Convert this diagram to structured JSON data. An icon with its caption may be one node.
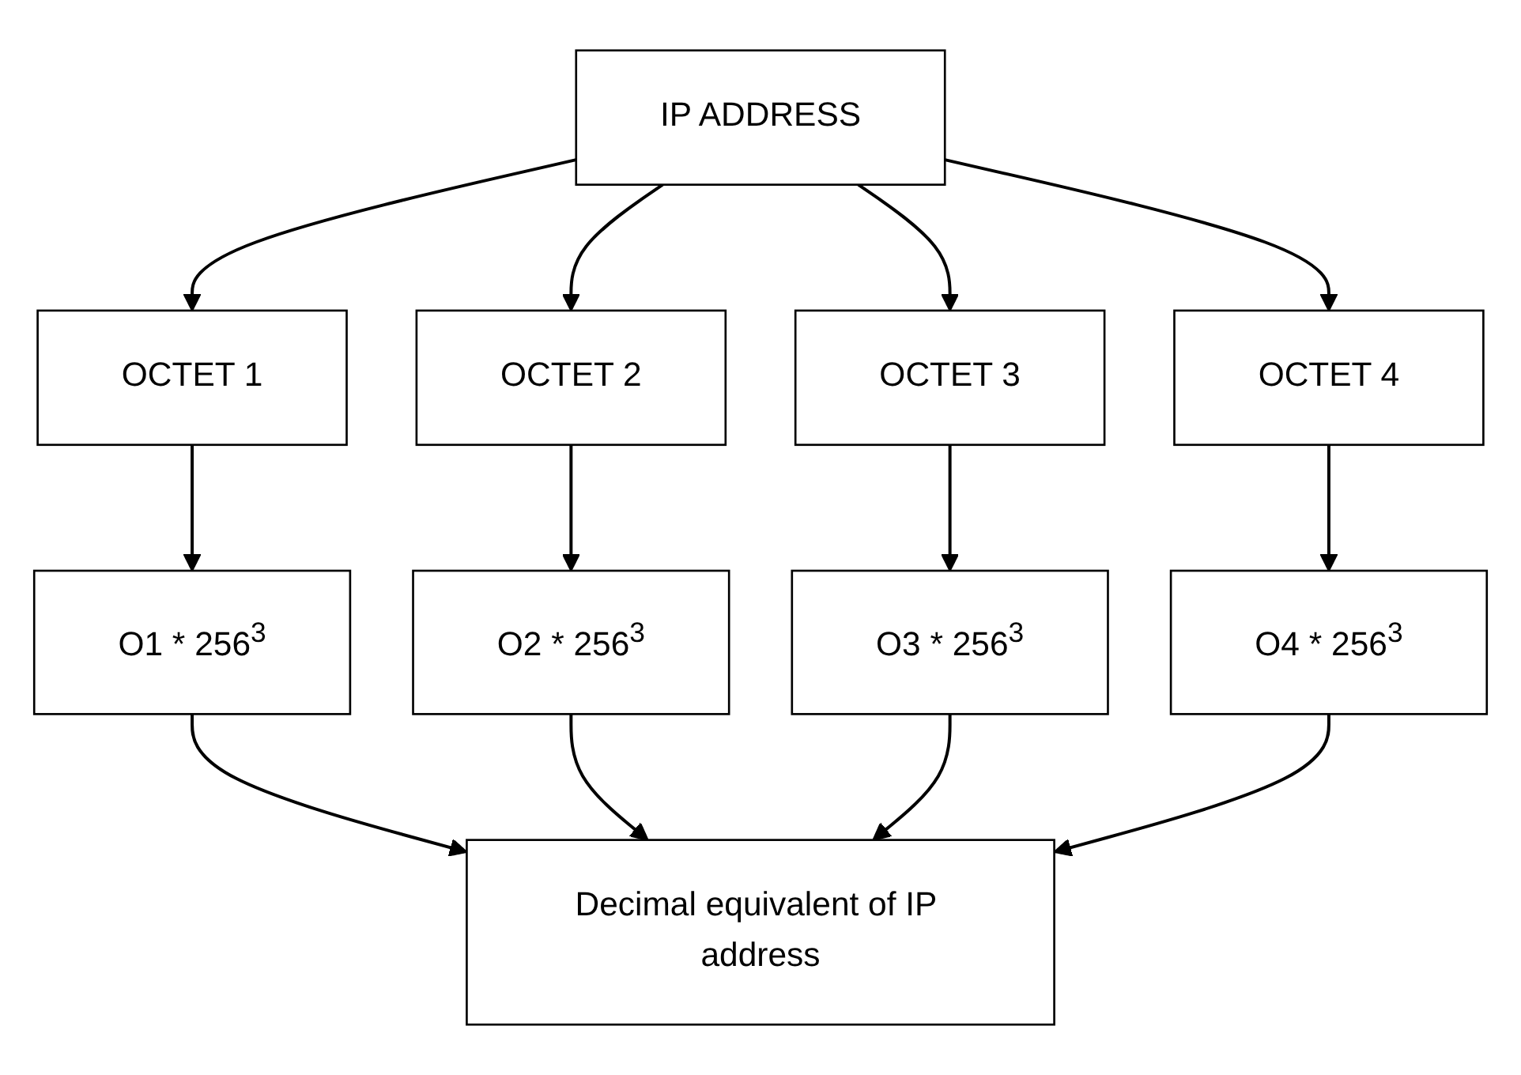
{
  "diagram": {
    "nodes": [
      {
        "text": [
          "IP ADDRESS"
        ]
      },
      {
        "text": [
          "OCTET 1"
        ]
      },
      {
        "text": [
          "OCTET 2"
        ]
      },
      {
        "text": [
          "OCTET 3"
        ]
      },
      {
        "text": [
          "OCTET 4"
        ]
      },
      {
        "text": [
          "O1 * 256$^{3}$"
        ]
      },
      {
        "text": [
          "O2 * 256$^{3}$"
        ]
      },
      {
        "text": [
          "O3 * 256$^{3}$"
        ]
      },
      {
        "text": [
          "O4 * 256$^{3}$"
        ]
      },
      {
        "text": [
          "Decimal equivalent of IP address"
        ]
      }
    ],
    "edges": [
      {
        "from": 0,
        "to": 1,
        "arrow": "to"
      },
      {
        "from": 0,
        "to": 2,
        "arrow": "to"
      },
      {
        "from": 0,
        "to": 3,
        "arrow": "to"
      },
      {
        "from": 0,
        "to": 4,
        "arrow": "to"
      },
      {
        "from": 1,
        "to": 5,
        "arrow": "to"
      },
      {
        "from": 2,
        "to": 6,
        "arrow": "to"
      },
      {
        "from": 3,
        "to": 7,
        "arrow": "to"
      },
      {
        "from": 4,
        "to": 8,
        "arrow": "to"
      },
      {
        "from": 5,
        "to": 9,
        "arrow": "to"
      },
      {
        "from": 6,
        "to": 9,
        "arrow": "to"
      },
      {
        "from": 7,
        "to": 9,
        "arrow": "to"
      },
      {
        "from": 8,
        "to": 9,
        "arrow": "to"
      }
    ]
  }
}
